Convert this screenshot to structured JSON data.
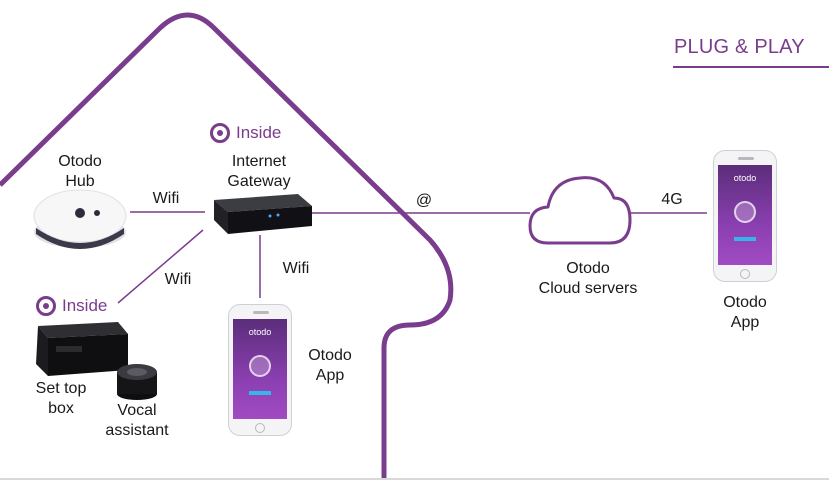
{
  "header": {
    "title": "PLUG & PLAY"
  },
  "inside_badge": {
    "label": "Inside"
  },
  "nodes": {
    "hub": {
      "line1": "Otodo",
      "line2": "Hub"
    },
    "gateway": {
      "line1": "Internet",
      "line2": "Gateway"
    },
    "settop": {
      "line1": "Set top",
      "line2": "box"
    },
    "vocal": {
      "line1": "Vocal",
      "line2": "assistant"
    },
    "app_local": {
      "line1": "Otodo",
      "line2": "App"
    },
    "cloud": {
      "line1": "Otodo",
      "line2": "Cloud servers"
    },
    "app_remote": {
      "line1": "Otodo",
      "line2": "App"
    }
  },
  "links": {
    "hub_gateway": "Wifi",
    "settop_gateway": "Wifi",
    "gateway_app": "Wifi",
    "gateway_cloud": "@",
    "cloud_app": "4G"
  },
  "phone_screen": {
    "brand": "otodo"
  },
  "colors": {
    "accent": "#7a3c8c",
    "screen": "#8a3fb0",
    "button": "#35b6ea"
  }
}
